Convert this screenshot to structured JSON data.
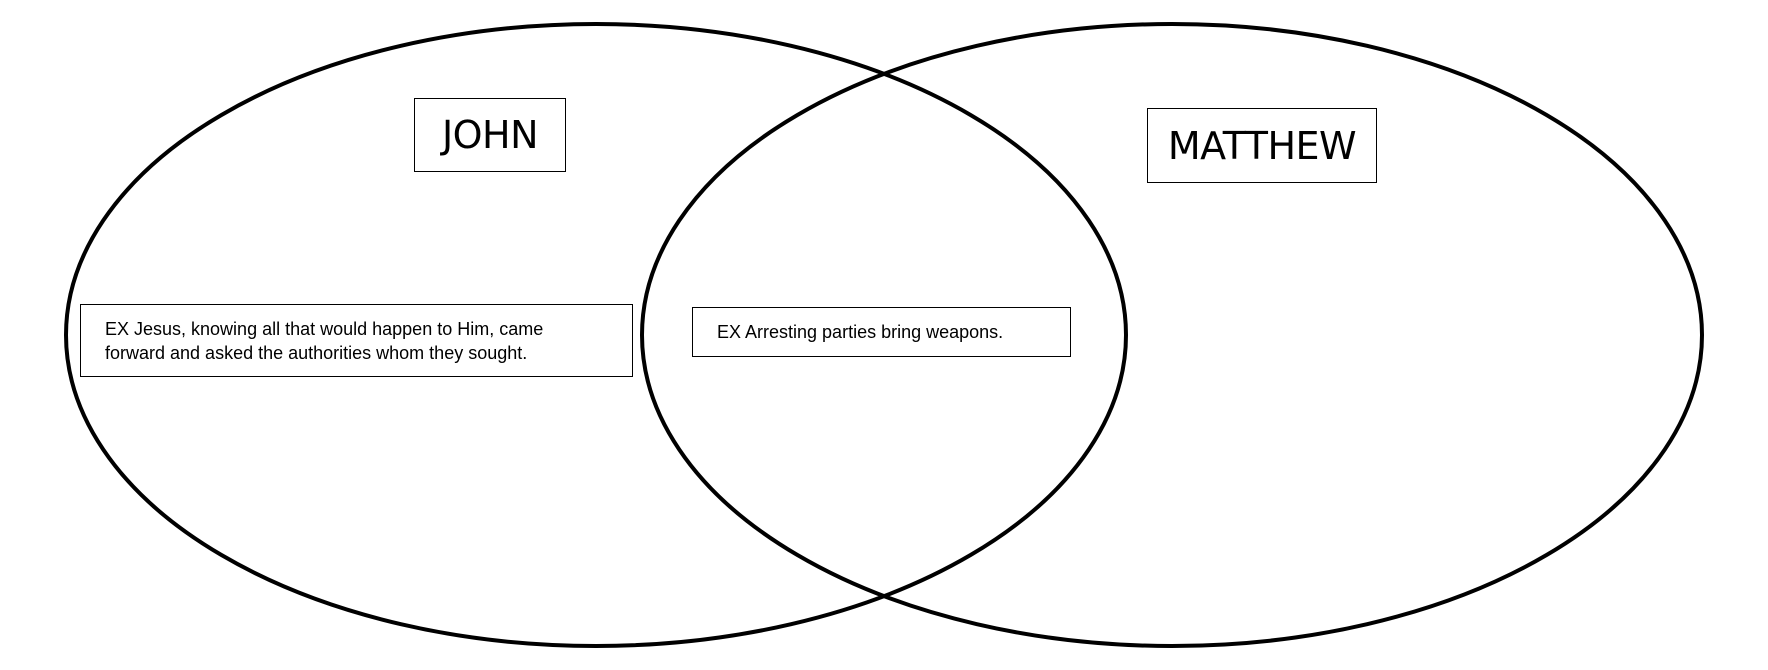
{
  "diagram": {
    "type": "venn",
    "sets": [
      {
        "id": "john",
        "label": "JOHN"
      },
      {
        "id": "matthew",
        "label": "MATTHEW"
      }
    ],
    "notes": {
      "john_only": "EX Jesus, knowing all that would happen to Him, came forward and asked the authorities whom they sought.",
      "both": "EX Arresting parties bring weapons."
    },
    "colors": {
      "stroke": "#000000",
      "background": "#ffffff"
    }
  }
}
